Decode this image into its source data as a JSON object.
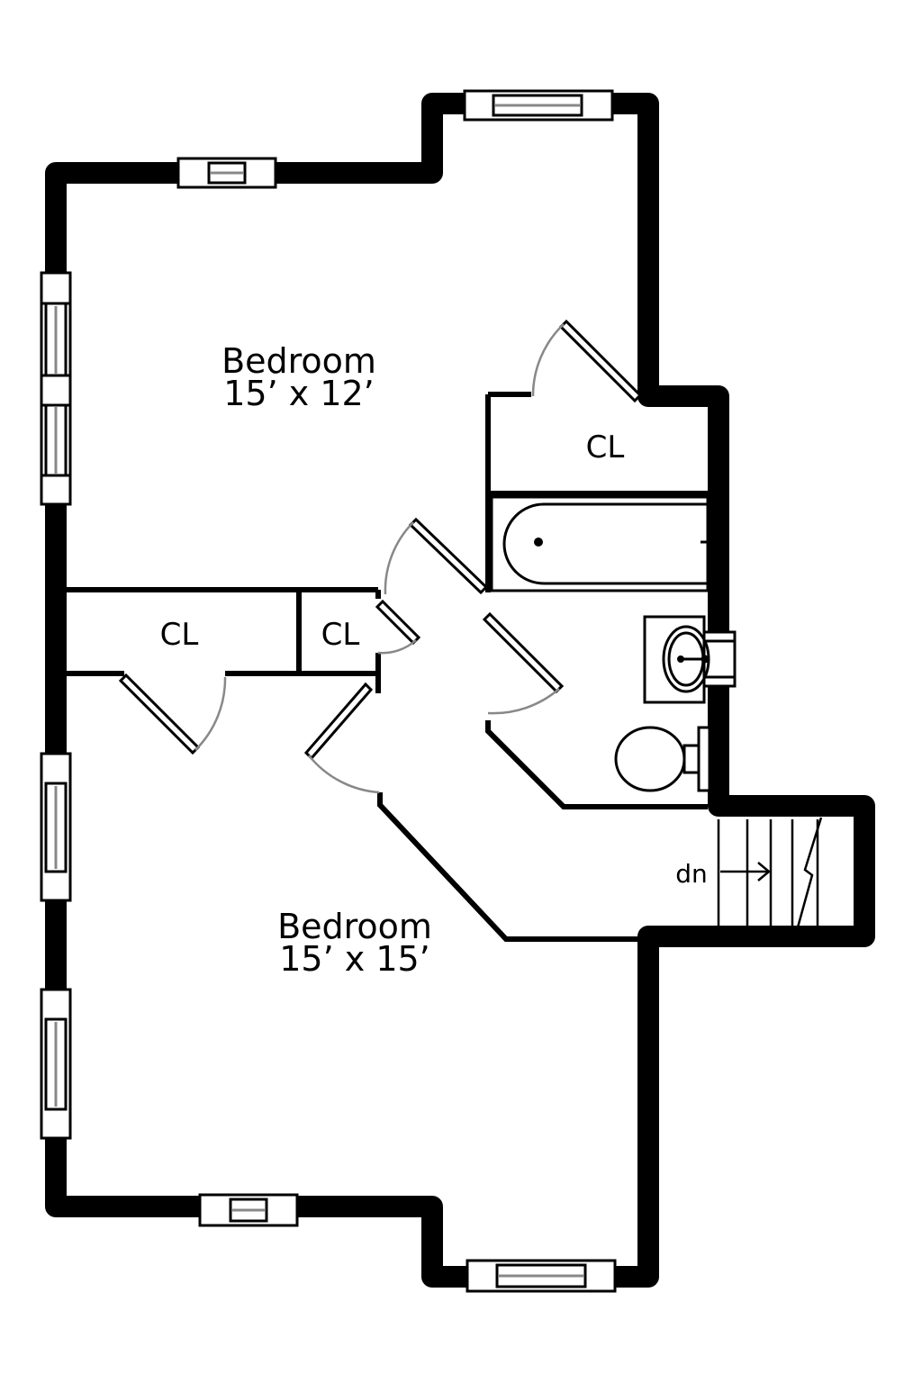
{
  "rooms": [
    {
      "name": "Bedroom",
      "dims": "15’ x 12’"
    },
    {
      "name": "Bedroom",
      "dims": "15’ x 15’"
    }
  ],
  "closets": [
    "CL",
    "CL",
    "CL"
  ],
  "stairs": {
    "label": "dn"
  },
  "colors": {
    "wall": "#000000",
    "door_swing": "#888888",
    "background": "#ffffff"
  }
}
